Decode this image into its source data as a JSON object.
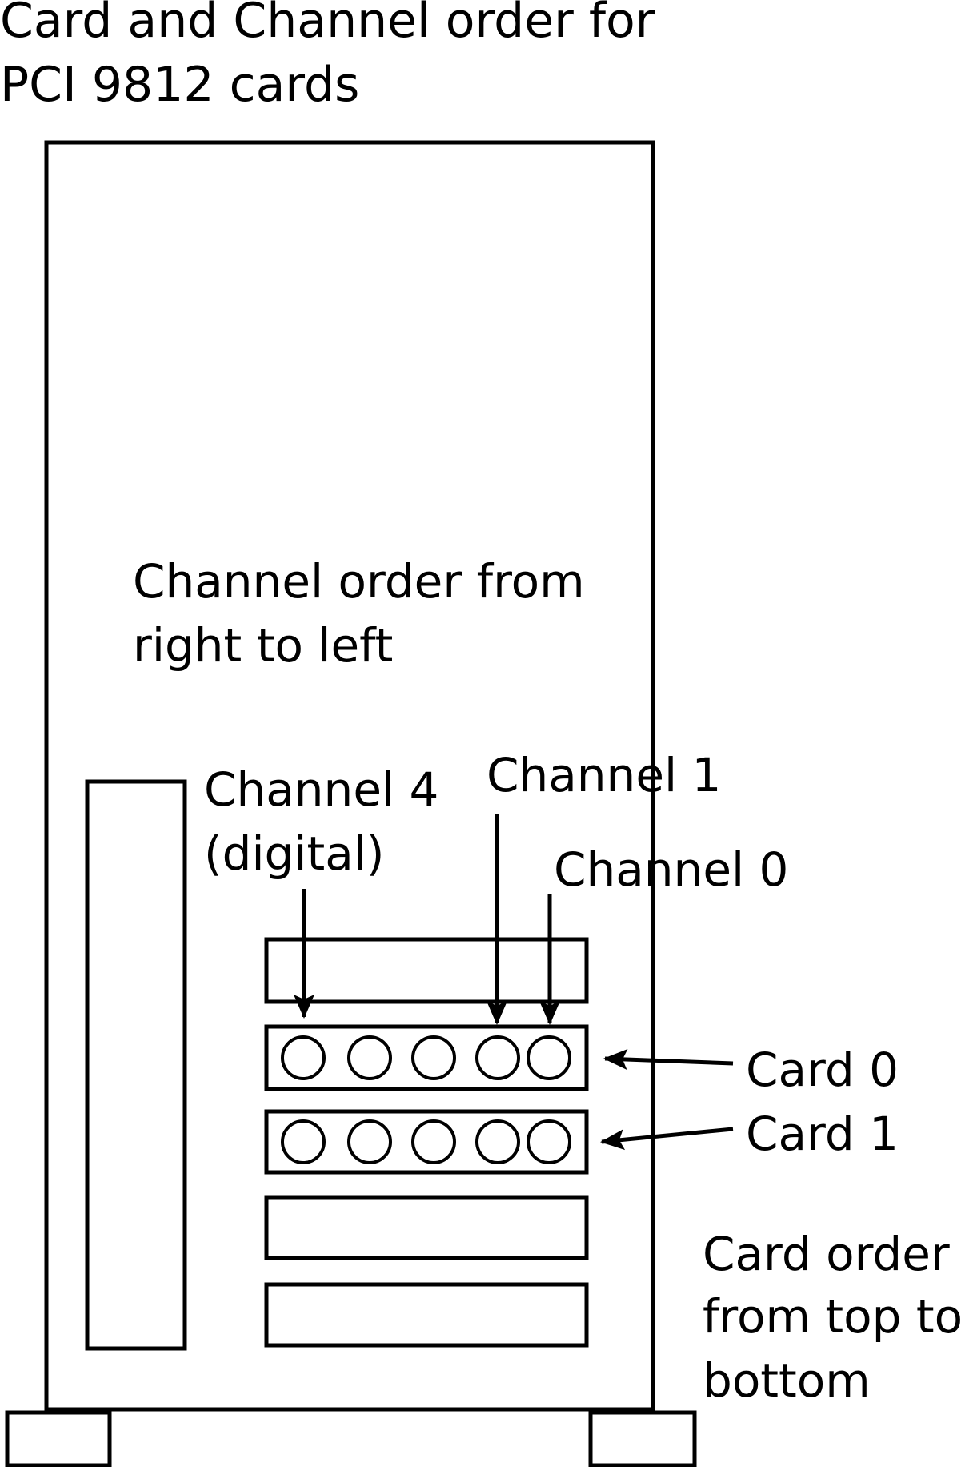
{
  "title": {
    "line1": "Card and Channel order for",
    "line2": "PCI 9812 cards"
  },
  "channel_order_note": {
    "line1": "Channel order from",
    "line2": "right to left"
  },
  "channel_labels": {
    "channel4_line1": "Channel 4",
    "channel4_line2": "(digital)",
    "channel1": "Channel 1",
    "channel0": "Channel 0"
  },
  "card_labels": {
    "card0": "Card 0",
    "card1": "Card 1"
  },
  "card_order_note": {
    "line1": "Card order",
    "line2": "from top to",
    "line3": "bottom"
  },
  "colors": {
    "stroke": "#000000",
    "background": "#ffffff"
  }
}
